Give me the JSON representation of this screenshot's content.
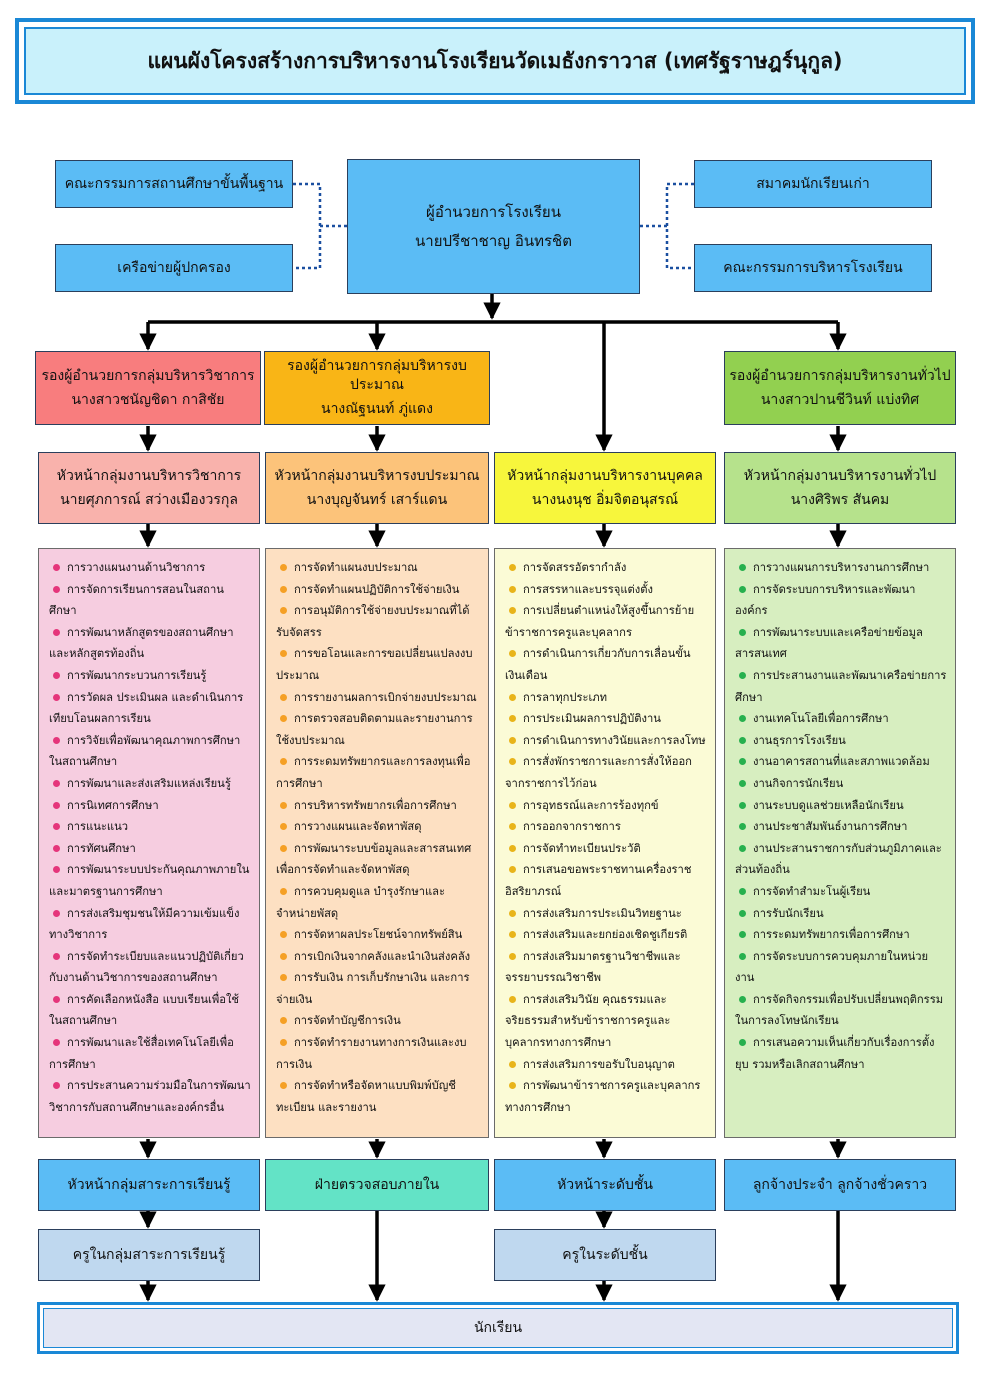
{
  "title": "แผนผังโครงสร้างการบริหารงานโรงเรียนวัดเมธังกราวาส (เทศรัฐราษฎร์นุกูล)",
  "side_left": [
    "คณะกรรมการสถานศึกษาขั้นพื้นฐาน",
    "เครือข่ายผู้ปกครอง"
  ],
  "side_right": [
    "สมาคมนักเรียนเก่า",
    "คณะกรรมการบริหารโรงเรียน"
  ],
  "director": {
    "role": "ผู้อำนวยการโรงเรียน",
    "name": "นายปรีชาชาญ อินทรชิต"
  },
  "deputies": [
    {
      "role": "รองผู้อำนวยการกลุ่มบริหารวิชาการ",
      "name": "นางสาวชนัญชิดา  กาสิชัย"
    },
    {
      "role": "รองผู้อำนวยการกลุ่มบริหารงบประมาณ",
      "name": "นางณัฐนนท์ ภู่แดง"
    },
    {
      "role": "รองผู้อำนวยการกลุ่มบริหารงานทั่วไป",
      "name": "นางสาวปานชีวินท์  แบ่งทิศ"
    }
  ],
  "heads": [
    {
      "role": "หัวหน้ากลุ่มงานบริหารวิชาการ",
      "name": "นายศุภการณ์ สว่างเมืองวรกุล"
    },
    {
      "role": "หัวหน้ากลุ่มงานบริหารงบประมาณ",
      "name": "นางบุญจันทร์ เสาร์แดน"
    },
    {
      "role": "หัวหน้ากลุ่มงานบริหารงานบุคคล",
      "name": "นางนงนุช  อิ่มจิตอนุสรณ์"
    },
    {
      "role": "หัวหน้ากลุ่มงานบริหารงานทั่วไป",
      "name": "นางศิริพร สันคม"
    }
  ],
  "tasks": [
    [
      "การวางแผนงานด้านวิชาการ",
      "การจัดการเรียนการสอนในสถานศึกษา",
      "การพัฒนาหลักสูตรของสถานศึกษาและหลักสูตรท้องถิ่น",
      "การพัฒนากระบวนการเรียนรู้",
      "การวัดผล ประเมินผล และดำเนินการเทียบโอนผลการเรียน",
      "การวิจัยเพื่อพัฒนาคุณภาพการศึกษาในสถานศึกษา",
      "การพัฒนาและส่งเสริมแหล่งเรียนรู้",
      "การนิเทศการศึกษา",
      "การแนะแนว",
      "การทัศนศึกษา",
      "การพัฒนาระบบประกันคุณภาพภายในและมาตรฐานการศึกษา",
      "การส่งเสริมชุมชนให้มีความเข้มแข็งทางวิชาการ",
      "การจัดทำระเบียบและแนวปฏิบัติเกี่ยวกับงานด้านวิชาการของสถานศึกษา",
      "การคัดเลือกหนังสือ แบบเรียนเพื่อใช้ในสถานศึกษา",
      "การพัฒนาและใช้สื่อเทคโนโลยีเพื่อการศึกษา",
      "การประสานความร่วมมือในการพัฒนาวิชาการกับสถานศึกษาและองค์กรอื่น"
    ],
    [
      "การจัดทำแผนงบประมาณ",
      "การจัดทำแผนปฏิบัติการใช้จ่ายเงิน",
      "การอนุมัติการใช้จ่ายงบประมาณที่ได้รับจัดสรร",
      "การขอโอนและการขอเปลี่ยนแปลงงบประมาณ",
      "การรายงานผลการเบิกจ่ายงบประมาณ",
      "การตรวจสอบติดตามและรายงานการใช้งบประมาณ",
      "การระดมทรัพยากรและการลงทุนเพื่อการศึกษา",
      "การบริหารทรัพยากรเพื่อการศึกษา",
      "การวางแผนและจัดหาพัสดุ",
      "การพัฒนาระบบข้อมูลและสารสนเทศเพื่อการจัดทำและจัดหาพัสดุ",
      "การควบคุมดูแล บำรุงรักษาและจำหน่ายพัสดุ",
      "การจัดหาผลประโยชน์จากทรัพย์สิน",
      "การเบิกเงินจากคลังและนำเงินส่งคลัง",
      "การรับเงิน การเก็บรักษาเงิน และการจ่ายเงิน",
      "การจัดทำบัญชีการเงิน",
      "การจัดทำรายงานทางการเงินและงบการเงิน",
      "การจัดทำหรือจัดหาแบบพิมพ์บัญชีทะเบียน และรายงาน"
    ],
    [
      "การจัดสรรอัตรากำลัง",
      "การสรรหาและบรรจุแต่งตั้ง",
      "การเปลี่ยนตำแหน่งให้สูงขึ้นการย้ายข้าราชการครูและบุคลากร",
      "การดำเนินการเกี่ยวกับการเลื่อนขั้นเงินเดือน",
      "การลาทุกประเภท",
      "การประเมินผลการปฏิบัติงาน",
      "การดำเนินการทางวินัยและการลงโทษ",
      "การสั่งพักราชการและการสั่งให้ออกจากราชการไว้ก่อน",
      "การอุทธรณ์และการร้องทุกข์",
      "การออกจากราชการ",
      "การจัดทำทะเบียนประวัติ",
      "การเสนอขอพระราชทานเครื่องราชอิสริยาภรณ์",
      "การส่งเสริมการประเมินวิทยฐานะ",
      "การส่งเสริมและยกย่องเชิดชูเกียรติ",
      "การส่งเสริมมาตรฐานวิชาชีพและจรรยาบรรณวิชาชีพ",
      "การส่งเสริมวินัย คุณธรรมและจริยธรรมสำหรับข้าราชการครูและบุคลากรทางการศึกษา",
      "การส่งเสริมการขอรับใบอนุญาต",
      "การพัฒนาข้าราชการครูและบุคลากรทางการศึกษา"
    ],
    [
      "การวางแผนการบริหารงานการศึกษา",
      "การจัดระบบการบริหารและพัฒนาองค์กร",
      "การพัฒนาระบบและเครือข่ายข้อมูลสารสนเทศ",
      "การประสานงานและพัฒนาเครือข่ายการศึกษา",
      "งานเทคโนโลยีเพื่อการศึกษา",
      "งานธุรการโรงเรียน",
      "งานอาคารสถานที่และสภาพแวดล้อม",
      "งานกิจการนักเรียน",
      "งานระบบดูแลช่วยเหลือนักเรียน",
      "งานประชาสัมพันธ์งานการศึกษา",
      "งานประสานราชการกับส่วนภูมิภาคและส่วนท้องถิ่น",
      "การจัดทำสำมะโนผู้เรียน",
      "การรับนักเรียน",
      "การระดมทรัพยากรเพื่อการศึกษา",
      "การจัดระบบการควบคุมภายในหน่วยงาน",
      "การจัดกิจกรรมเพื่อปรับเปลี่ยนพฤติกรรมในการลงโทษนักเรียน",
      "การเสนอความเห็นเกี่ยวกับเรื่องการตั้ง ยุบ รวมหรือเลิกสถานศึกษา"
    ]
  ],
  "bottom": [
    "หัวหน้ากลุ่มสาระการเรียนรู้",
    "ฝ่ายตรวจสอบภายใน",
    "หัวหน้าระดับชั้น",
    "ลูกจ้างประจำ ลูกจ้างชั่วคราว"
  ],
  "bottom2": [
    "ครูในกลุ่มสาระการเรียนรู้",
    "ครูในระดับชั้น"
  ],
  "students": "นักเรียน",
  "colors": {
    "title_border": "#1a88d6",
    "title_fill": "#c9f1fb",
    "blue": "#5bbcf5",
    "light_blue": "#bfd8ef",
    "dep_red": "#f87d7e",
    "dep_orange": "#f9b516",
    "dep_green": "#92d050",
    "head_red": "#f9b2ac",
    "head_orange": "#fcc37a",
    "head_yellow": "#f7f63c",
    "head_green": "#b6e28c",
    "list_pink": "#f6cde0",
    "list_peach": "#fde0c2",
    "list_cream": "#fbfbd6",
    "list_green": "#d7eec0",
    "dot_pink": "#e5357b",
    "dot_orange": "#f5a025",
    "dot_gold": "#e8b41a",
    "dot_green": "#27b04e",
    "audit": "#63e3c6",
    "students_fill": "#e3e6f3"
  }
}
